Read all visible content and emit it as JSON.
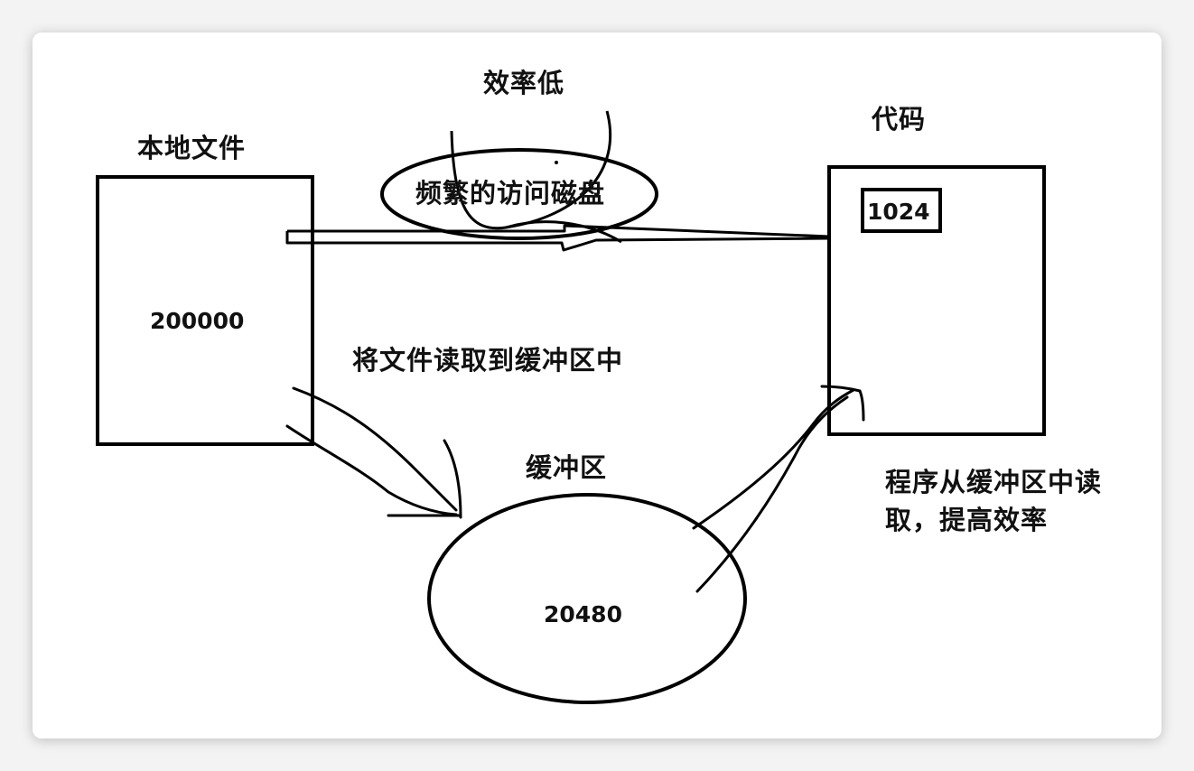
{
  "diagram": {
    "local_file": {
      "title": "本地文件",
      "value": "200000"
    },
    "code": {
      "title": "代码",
      "value": "1024"
    },
    "buffer": {
      "title": "缓冲区",
      "value": "20480"
    },
    "direct_path": {
      "label": "频繁的访问磁盘",
      "note": "效率低"
    },
    "read_to_buffer_label": "将文件读取到缓冲区中",
    "read_from_buffer_label_line1": "程序从缓冲区中读",
    "read_from_buffer_label_line2": "取，提高效率"
  }
}
